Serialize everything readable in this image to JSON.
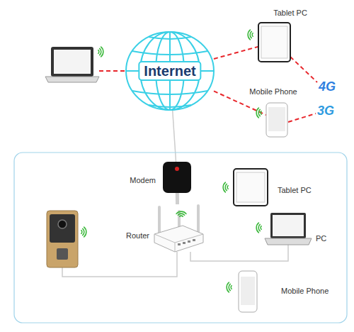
{
  "diagram": {
    "nodes": [
      {
        "text": [
          "Tablet PC"
        ]
      },
      {
        "text": [
          "Internet"
        ]
      },
      {
        "text": [
          "Mobile Phone"
        ]
      },
      {
        "text": [
          "Modem"
        ]
      },
      {
        "text": [
          "Tablet PC"
        ]
      },
      {
        "text": [
          "Router"
        ]
      },
      {
        "text": [
          "PC"
        ]
      },
      {
        "text": [
          "Mobile Phone"
        ]
      }
    ],
    "edges": [
      {
        "from": 1,
        "to": 0,
        "arrow": "none"
      },
      {
        "from": 1,
        "to": 2,
        "arrow": "none"
      },
      {
        "from": 1,
        "to": 3,
        "arrow": "none"
      },
      {
        "from": 3,
        "to": 5,
        "arrow": "none"
      },
      {
        "from": 5,
        "to": 6,
        "arrow": "none"
      }
    ],
    "labels": [
      "4G",
      "3G"
    ]
  }
}
